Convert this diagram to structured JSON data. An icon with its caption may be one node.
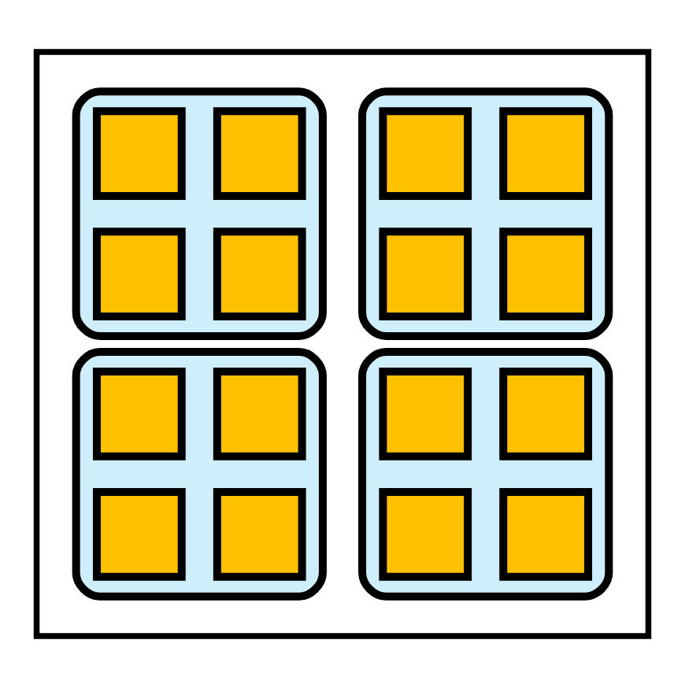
{
  "diagram": {
    "nodes": [
      {
        "text": [],
        "shape": "box"
      },
      {
        "text": [],
        "shape": "box",
        "in": 0
      },
      {
        "text": [],
        "shape": "box",
        "in": 1
      },
      {
        "text": [],
        "shape": "box",
        "in": 1
      },
      {
        "text": [],
        "shape": "box",
        "in": 1
      },
      {
        "text": [],
        "shape": "box",
        "in": 1
      },
      {
        "text": [],
        "shape": "box",
        "in": 0
      },
      {
        "text": [],
        "shape": "box",
        "in": 6
      },
      {
        "text": [],
        "shape": "box",
        "in": 6
      },
      {
        "text": [],
        "shape": "box",
        "in": 6
      },
      {
        "text": [],
        "shape": "box",
        "in": 6
      },
      {
        "text": [],
        "shape": "box",
        "in": 0
      },
      {
        "text": [],
        "shape": "box",
        "in": 11
      },
      {
        "text": [],
        "shape": "box",
        "in": 11
      },
      {
        "text": [],
        "shape": "box",
        "in": 11
      },
      {
        "text": [],
        "shape": "box",
        "in": 11
      },
      {
        "text": [],
        "shape": "box",
        "in": 0
      },
      {
        "text": [],
        "shape": "box",
        "in": 16
      },
      {
        "text": [],
        "shape": "box",
        "in": 16
      },
      {
        "text": [],
        "shape": "box",
        "in": 16
      },
      {
        "text": [],
        "shape": "box",
        "in": 16
      }
    ]
  }
}
